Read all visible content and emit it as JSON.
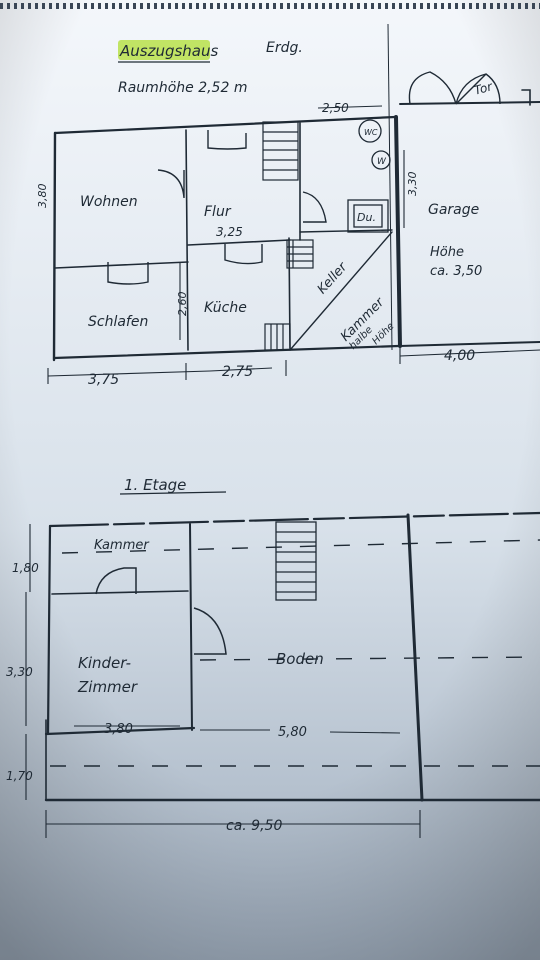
{
  "title": {
    "house": "Auszugshaus",
    "floor": "Erdg.",
    "ceiling_height": "Raumhöhe 2,52 m"
  },
  "ground_floor": {
    "rooms": {
      "wohnen": "Wohnen",
      "flur": "Flur",
      "schlafen": "Schlafen",
      "kueche": "Küche",
      "keller": "Keller",
      "kammer": "Kammer",
      "kammer_note_1": "halbe",
      "kammer_note_2": "Höhe",
      "wc": "WC",
      "w": "W",
      "du": "Du.",
      "garage": "Garage",
      "garage_height_1": "Höhe",
      "garage_height_2": "ca. 3,50",
      "tor": "Tor"
    },
    "dimensions": {
      "left_height": "3,80",
      "top_garage_gap": "2,50",
      "garage_wall": "3,30",
      "flur_width": "3,25",
      "schlafen_height": "2,60",
      "bottom_1": "3,75",
      "bottom_2": "2,75",
      "bottom_3": "4,00"
    }
  },
  "first_floor": {
    "heading": "1. Etage",
    "rooms": {
      "kammer": "Kammer",
      "kinder_1": "Kinder-",
      "kinder_2": "Zimmer",
      "boden": "Boden"
    },
    "dimensions": {
      "h1": "1,80",
      "h2": "3,30",
      "h3": "1,70",
      "w_kinder": "3,80",
      "w_boden": "5,80",
      "total": "ca. 9,50"
    }
  },
  "colors": {
    "paper_top": "#f2f6fa",
    "paper_bottom": "#a9b6c4",
    "ink": "#1f2a35",
    "highlight": "#b8e04a"
  }
}
